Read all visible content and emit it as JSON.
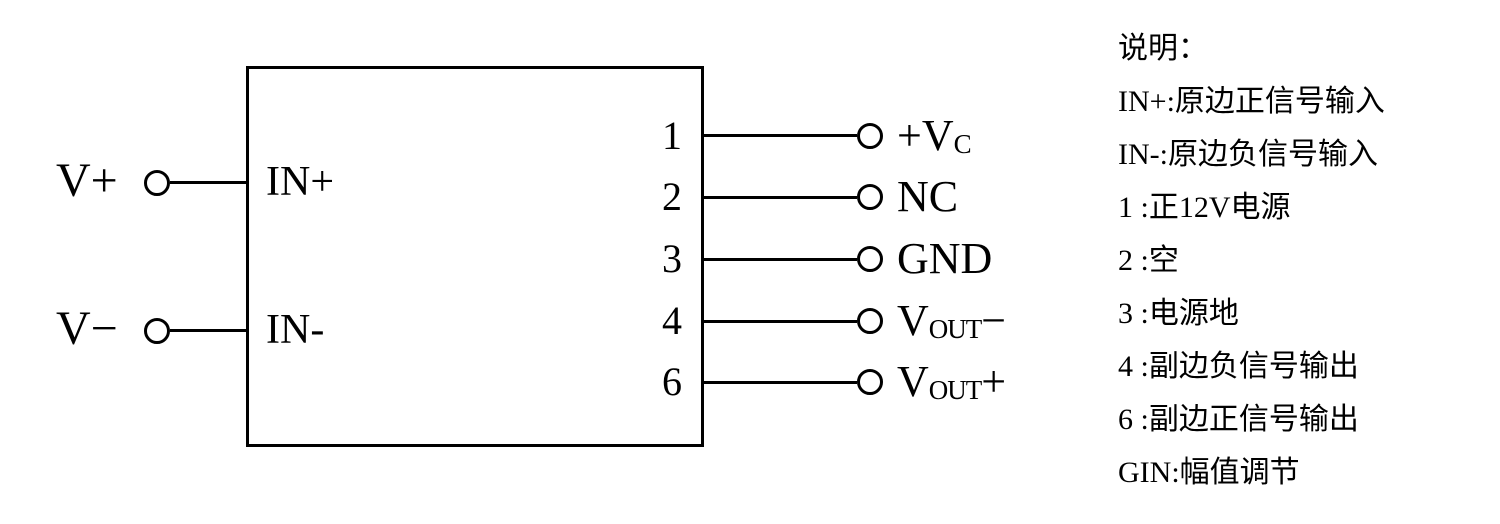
{
  "diagram": {
    "left_terminals": [
      {
        "external_label": "V+",
        "internal_label": "IN+"
      },
      {
        "external_label": "V−",
        "internal_label": "IN-"
      }
    ],
    "right_pins": [
      {
        "number": "1",
        "label_main": "+V",
        "label_sub": "C",
        "label_suffix": ""
      },
      {
        "number": "2",
        "label_main": "NC",
        "label_sub": "",
        "label_suffix": ""
      },
      {
        "number": "3",
        "label_main": "GND",
        "label_sub": "",
        "label_suffix": ""
      },
      {
        "number": "4",
        "label_main": "V",
        "label_sub": "OUT",
        "label_suffix": "−"
      },
      {
        "number": "6",
        "label_main": "V",
        "label_sub": "OUT",
        "label_suffix": "+"
      }
    ],
    "colors": {
      "line": "#000000",
      "background": "#ffffff"
    }
  },
  "notes": {
    "title": "说明：",
    "items": [
      "IN+:原边正信号输入",
      "IN-:原边负信号输入",
      "1 :正12V电源",
      "2 :空",
      "3 :电源地",
      "4 :副边负信号输出",
      "6 :副边正信号输出",
      "GIN:幅值调节"
    ]
  }
}
